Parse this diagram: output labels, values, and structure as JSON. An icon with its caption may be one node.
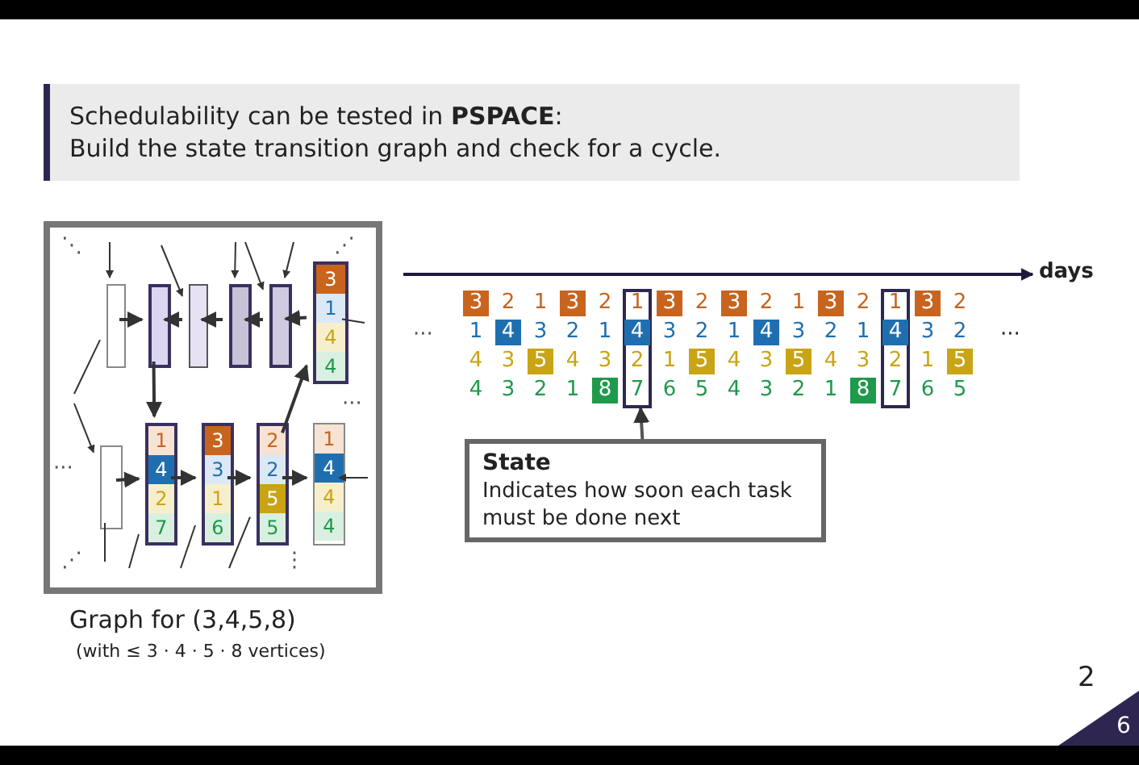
{
  "diagram": {
    "nodes": [
      {
        "text": [
          "Schedulability can be tested in **PSPACE**:",
          "Build the state transition graph and check for a cycle."
        ]
      },
      {
        "text": [
          "Graph for (3,4,5,8)",
          "(with ≤ 3 · 4 · 5 · 8 vertices)"
        ]
      },
      {
        "text": [],
        "shape": "box",
        "in": 1
      },
      {
        "text": [],
        "shape": "box",
        "in": 1
      },
      {
        "text": [],
        "shape": "box",
        "in": 1
      },
      {
        "text": [],
        "shape": "box",
        "in": 1
      },
      {
        "text": [],
        "shape": "box",
        "in": 1
      },
      {
        "text": [
          "3",
          "1",
          "4",
          "4"
        ],
        "in": 1
      },
      {
        "text": [],
        "shape": "box",
        "in": 1
      },
      {
        "text": [
          "1",
          "4",
          "2",
          "7"
        ],
        "in": 1
      },
      {
        "text": [
          "3",
          "3",
          "1",
          "6"
        ],
        "in": 1
      },
      {
        "text": [
          "2",
          "2",
          "5",
          "5"
        ],
        "in": 1
      },
      {
        "text": [
          "1",
          "4",
          "4",
          "4"
        ],
        "in": 1
      },
      {
        "text": [],
        "shape": "box"
      },
      {
        "text": [],
        "shape": "box"
      },
      {
        "text": [
          "State",
          "Indicates how soon each task must be done next"
        ]
      }
    ],
    "edges": [
      {
        "from": 2,
        "to": 3,
        "arrow": "to"
      },
      {
        "from": 4,
        "to": 3,
        "arrow": "to"
      },
      {
        "from": 5,
        "to": 4,
        "arrow": "to"
      },
      {
        "from": 6,
        "to": 5,
        "arrow": "to"
      },
      {
        "from": 7,
        "to": 6,
        "arrow": "to"
      },
      {
        "from": 3,
        "to": 9,
        "arrow": "to"
      },
      {
        "from": 8,
        "to": 9,
        "arrow": "to"
      },
      {
        "from": 9,
        "to": 10,
        "arrow": "to"
      },
      {
        "from": 10,
        "to": 11,
        "arrow": "to"
      },
      {
        "from": 11,
        "to": 7,
        "arrow": "to"
      },
      {
        "from": 11,
        "to": 12,
        "arrow": "to"
      },
      {
        "from": null,
        "to": 2,
        "arrow": "to"
      },
      {
        "from": 2,
        "to": null,
        "arrow": "none"
      },
      {
        "from": null,
        "to": 4,
        "arrow": "to"
      },
      {
        "from": null,
        "to": 5,
        "arrow": "to"
      },
      {
        "from": null,
        "to": 6,
        "arrow": "to"
      },
      {
        "from": null,
        "to": 6,
        "arrow": "to"
      },
      {
        "from": 7,
        "to": null,
        "arrow": "none"
      },
      {
        "from": null,
        "to": 8,
        "arrow": "to"
      },
      {
        "from": 8,
        "to": null,
        "arrow": "none"
      },
      {
        "from": null,
        "to": 12,
        "arrow": "to"
      },
      {
        "from": null,
        "to": 9,
        "arrow": "none"
      },
      {
        "from": null,
        "to": 10,
        "arrow": "none"
      },
      {
        "from": null,
        "to": 11,
        "arrow": "none"
      },
      {
        "from": 15,
        "to": 13,
        "arrow": "to"
      }
    ],
    "labels": [
      "⋱",
      "⋰",
      "⋰",
      "···",
      "···",
      "⋮",
      "days",
      "···",
      "3",
      "2",
      "1",
      "3",
      "2",
      "1",
      "3",
      "2",
      "3",
      "2",
      "1",
      "3",
      "2",
      "1",
      "3",
      "2",
      "1",
      "4",
      "3",
      "2",
      "1",
      "4",
      "3",
      "2",
      "1",
      "4",
      "3",
      "2",
      "1",
      "4",
      "3",
      "2",
      "4",
      "3",
      "5",
      "4",
      "3",
      "2",
      "1",
      "5",
      "4",
      "3",
      "5",
      "4",
      "3",
      "2",
      "1",
      "5",
      "4",
      "3",
      "2",
      "1",
      "8",
      "7",
      "6",
      "5",
      "4",
      "3",
      "2",
      "1",
      "8",
      "7",
      "6",
      "5",
      "···",
      "2",
      "6"
    ]
  }
}
